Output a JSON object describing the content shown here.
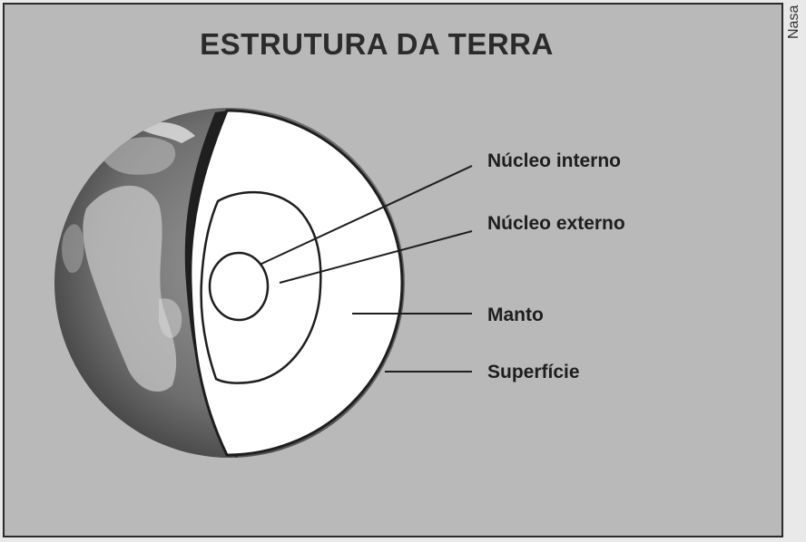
{
  "title": "ESTRUTURA DA TERRA",
  "credit": "Nasa",
  "layers": [
    {
      "name": "inner-core",
      "label": "Núcleo interno"
    },
    {
      "name": "outer-core",
      "label": "Núcleo externo"
    },
    {
      "name": "mantle",
      "label": "Manto"
    },
    {
      "name": "surface",
      "label": "Superfície"
    }
  ],
  "colors": {
    "background": "#b9b9b9",
    "cutaway": "#ffffff",
    "outline": "#1e1e1e",
    "earth_dark": "#2a2a2a",
    "earth_light": "#8a8a8a"
  }
}
